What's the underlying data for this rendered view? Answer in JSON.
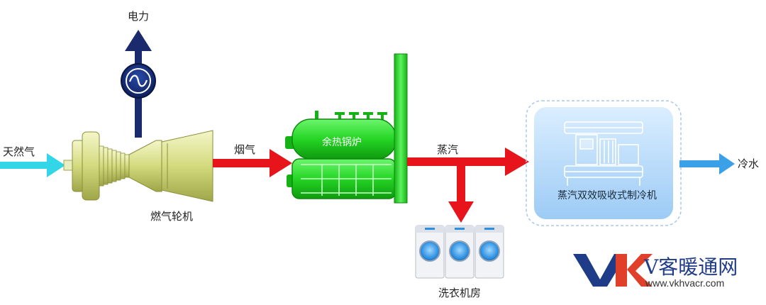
{
  "labels": {
    "natural_gas": "天然气",
    "power": "电力",
    "gas_turbine": "燃气轮机",
    "flue_gas": "烟气",
    "waste_heat_boiler": "余热锅炉",
    "steam": "蒸汽",
    "laundry_room": "洗衣机房",
    "chiller": "蒸汽双效吸收式制冷机",
    "chilled_water": "冷水"
  },
  "watermark": {
    "logo_text": "VK",
    "brand": "V客暖通网",
    "url": "www.vkhvacr.com"
  },
  "colors": {
    "natural_gas_arrow": "#33d6e6",
    "flue_gas_arrow": "#e8141c",
    "steam_arrow": "#e8141c",
    "power_arrow": "#1a2a6c",
    "chilled_water_arrow": "#3aa0e8",
    "boiler": "#2ee62e",
    "turbine": "#d8e08a",
    "chiller_panel": "#bfe0fb",
    "logo_v": "#1f3c88",
    "logo_k": "#e0402a"
  }
}
